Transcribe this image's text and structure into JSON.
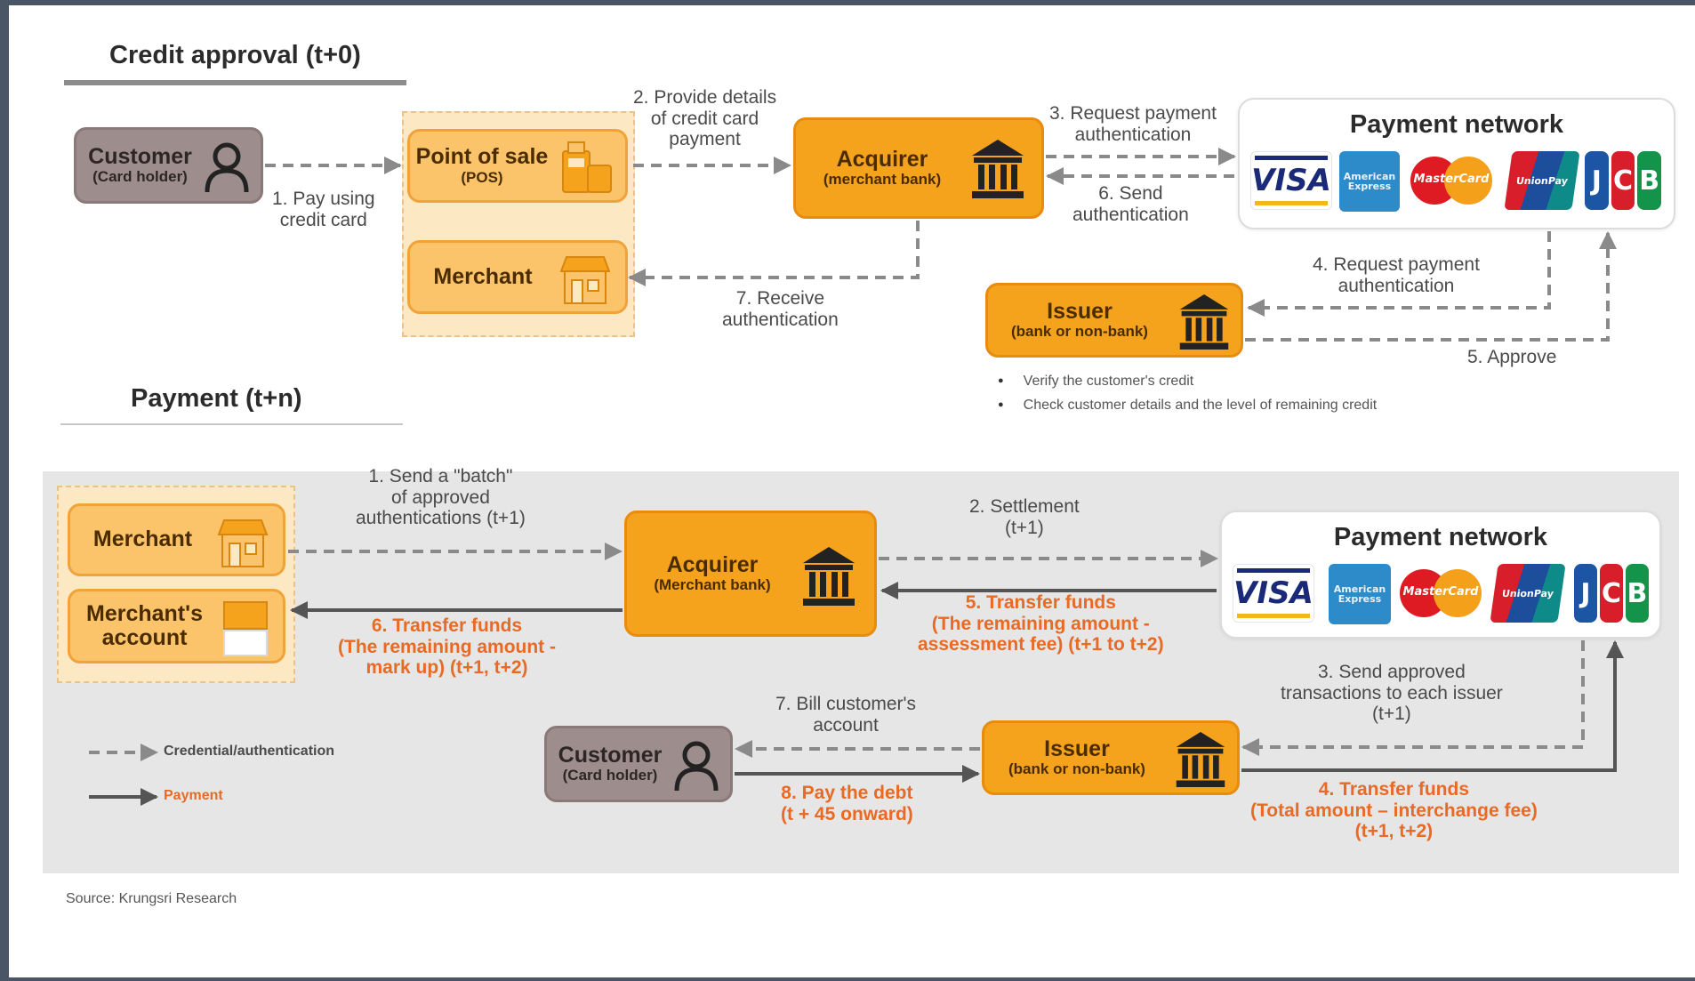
{
  "credit_approval": {
    "title": "Credit approval (t+0)",
    "customer": {
      "label": "Customer",
      "sub": "(Card holder)"
    },
    "pos": {
      "label": "Point of sale",
      "sub": "(POS)"
    },
    "merchant": {
      "label": "Merchant"
    },
    "acquirer": {
      "label": "Acquirer",
      "sub": "(merchant bank)"
    },
    "issuer": {
      "label": "Issuer",
      "sub": "(bank or non-bank)"
    },
    "network": {
      "title": "Payment network",
      "logos": [
        "VISA",
        "American Express",
        "MasterCard",
        "UnionPay",
        "JCB"
      ]
    },
    "steps": {
      "s1": [
        "1. Pay using",
        "credit card"
      ],
      "s2": [
        "2. Provide details",
        "of credit card",
        "payment"
      ],
      "s3": [
        "3. Request payment",
        "authentication"
      ],
      "s4": [
        "4. Request payment",
        "authentication"
      ],
      "s5": "5. Approve",
      "s6": [
        "6. Send",
        "authentication"
      ],
      "s7": [
        "7. Receive",
        "authentication"
      ]
    },
    "notes": [
      "Verify the customer's credit",
      "Check customer details and the level of remaining credit"
    ]
  },
  "payment": {
    "title": "Payment (t+n)",
    "merchant": {
      "label": "Merchant"
    },
    "merchant_account": {
      "label": "Merchant's",
      "label2": "account"
    },
    "acquirer": {
      "label": "Acquirer",
      "sub": "(Merchant bank)"
    },
    "issuer": {
      "label": "Issuer",
      "sub": "(bank or non-bank)"
    },
    "customer": {
      "label": "Customer",
      "sub": "(Card holder)"
    },
    "network": {
      "title": "Payment network",
      "logos": [
        "VISA",
        "American Express",
        "MasterCard",
        "UnionPay",
        "JCB"
      ]
    },
    "steps": {
      "s1": [
        "1. Send a \"batch\"",
        "of approved",
        "authentications (t+1)"
      ],
      "s2": [
        "2. Settlement",
        "(t+1)"
      ],
      "s3": [
        "3. Send approved",
        "transactions to each issuer",
        "(t+1)"
      ],
      "s4": [
        "4. Transfer funds",
        "(Total amount – interchange fee)",
        "(t+1, t+2)"
      ],
      "s5": [
        "5. Transfer funds",
        "(The remaining amount -",
        "assessment fee) (t+1 to t+2)"
      ],
      "s6": [
        "6. Transfer funds",
        "(The remaining amount -",
        "mark up) (t+1, t+2)"
      ],
      "s7": [
        "7. Bill customer's",
        "account"
      ],
      "s8": [
        "8. Pay the debt",
        "(t + 45 onward)"
      ]
    },
    "legend": {
      "credential": "Credential/authentication",
      "payment": "Payment"
    }
  },
  "source": "Source: Krungsri Research",
  "colors": {
    "orange": "#f5a21d",
    "light_orange": "#fbc46a",
    "customer_gray": "#9d8d8c",
    "payment_text": "#e86a24",
    "dashed_arrow": "#8a8a8a",
    "solid_arrow": "#555555",
    "panel_bg": "#e6e6e6",
    "frame": "#4a5566"
  }
}
